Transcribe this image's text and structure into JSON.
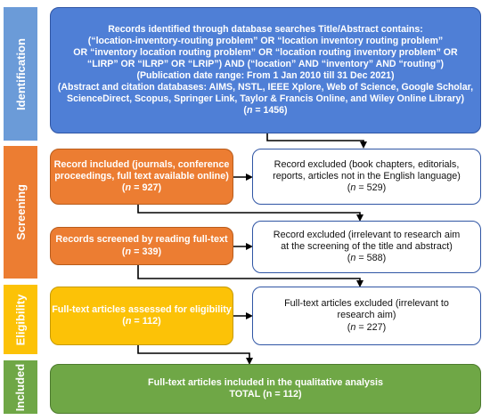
{
  "stages": {
    "identification": "Identification",
    "screening": "Screening",
    "eligibility": "Eligibility",
    "included": "Included"
  },
  "colors": {
    "stage_blue": "#6b9bd8",
    "blue": "#4f7fd6",
    "orange": "#ec7d32",
    "yellow": "#fcc207",
    "green": "#6fa746",
    "border": "#2f55a4"
  },
  "identification_box": {
    "lines": [
      "Records identified through database searches Title/Abstract contains:",
      "(“location-inventory-routing problem” OR “location inventory routing problem”",
      "OR “inventory location routing problem” OR “location routing inventory problem” OR",
      "“LIRP” OR “ILRP” OR “LRIP”)  AND (“location” AND “inventory” AND “routing”)",
      "(Publication date range: From 1 Jan 2010 till 31 Dec 2021)",
      "(Abstract and citation databases: AIMS, NSTL, IEEE Xplore, Web of Science, Google Scholar,",
      "ScienceDirect, Scopus, Springer Link, Taylor & Francis Online, and Wiley Online Library)"
    ],
    "n_prefix": "(",
    "n_label": "n",
    "n_value": " = 1456)"
  },
  "included_journals": {
    "lines": [
      "Record included (journals, conference",
      "proceedings, full text available online)"
    ],
    "n_prefix": "(",
    "n_label": "n",
    "n_value": " = 927)"
  },
  "excluded_books": {
    "lines": [
      "Record excluded (book chapters, editorials,",
      "reports, articles not in the English language)"
    ],
    "n_prefix": "(",
    "n_label": "n",
    "n_value": " = 529)"
  },
  "screened_fulltext": {
    "lines": [
      "Records screened by reading full-text"
    ],
    "n_prefix": "(",
    "n_label": "n",
    "n_value": " = 339)"
  },
  "excluded_irrelevant_title": {
    "lines": [
      "Record excluded (irrelevant to research aim",
      "at the screening of the title and abstract)"
    ],
    "n_prefix": "(",
    "n_label": "n",
    "n_value": " = 588)"
  },
  "assessed_eligibility": {
    "lines": [
      "Full-text articles assessed for eligibility"
    ],
    "n_prefix": "(",
    "n_label": "n",
    "n_value": " = 112)"
  },
  "excluded_fulltext": {
    "lines": [
      "Full-text articles excluded (irrelevant to",
      "research aim)"
    ],
    "n_prefix": "(",
    "n_label": "n",
    "n_value": " = 227)"
  },
  "qualitative_analysis": {
    "lines": [
      "Full-text articles included in the qualitative analysis",
      "TOTAL (n = 112)"
    ]
  }
}
